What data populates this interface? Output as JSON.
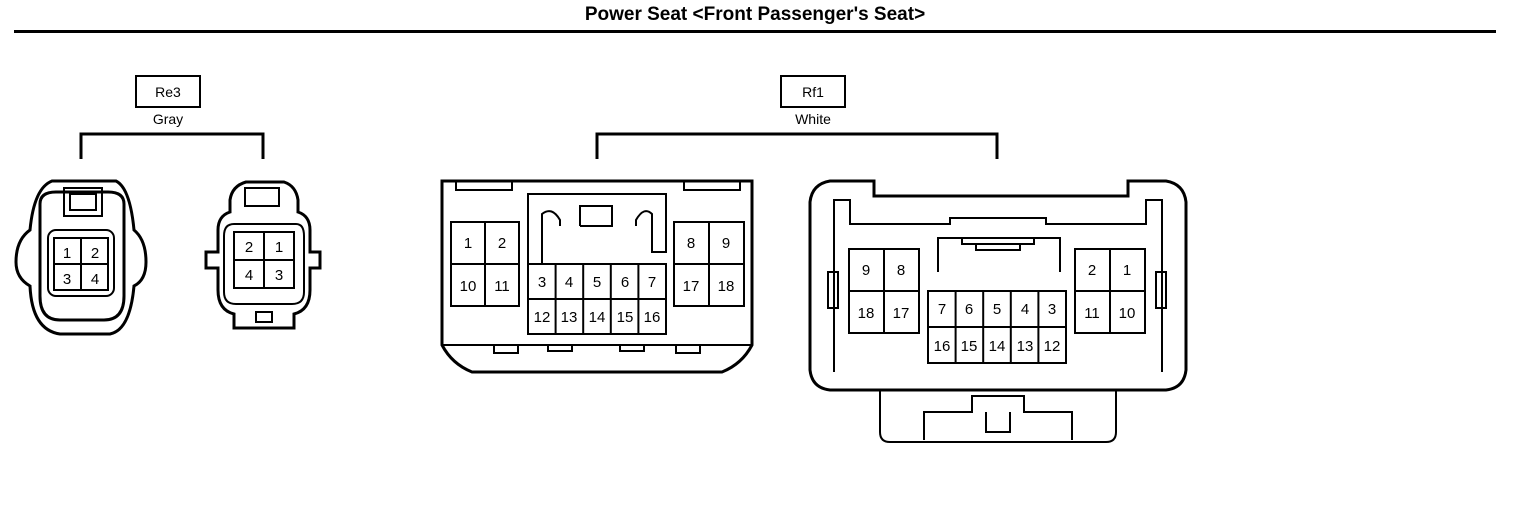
{
  "title": "Power Seat <Front Passenger's Seat>",
  "connectors": [
    {
      "code": "Re3",
      "color": "Gray",
      "views": [
        {
          "pins": [
            "1",
            "2",
            "3",
            "4"
          ]
        },
        {
          "pins": [
            "2",
            "1",
            "4",
            "3"
          ]
        }
      ]
    },
    {
      "code": "Rf1",
      "color": "White",
      "views": [
        {
          "pins": [
            "1",
            "2",
            "10",
            "11",
            "8",
            "9",
            "17",
            "18",
            "3",
            "4",
            "5",
            "6",
            "7",
            "12",
            "13",
            "14",
            "15",
            "16"
          ]
        },
        {
          "pins": [
            "9",
            "8",
            "18",
            "17",
            "2",
            "1",
            "11",
            "10",
            "7",
            "6",
            "5",
            "4",
            "3",
            "16",
            "15",
            "14",
            "13",
            "12"
          ]
        }
      ]
    }
  ]
}
